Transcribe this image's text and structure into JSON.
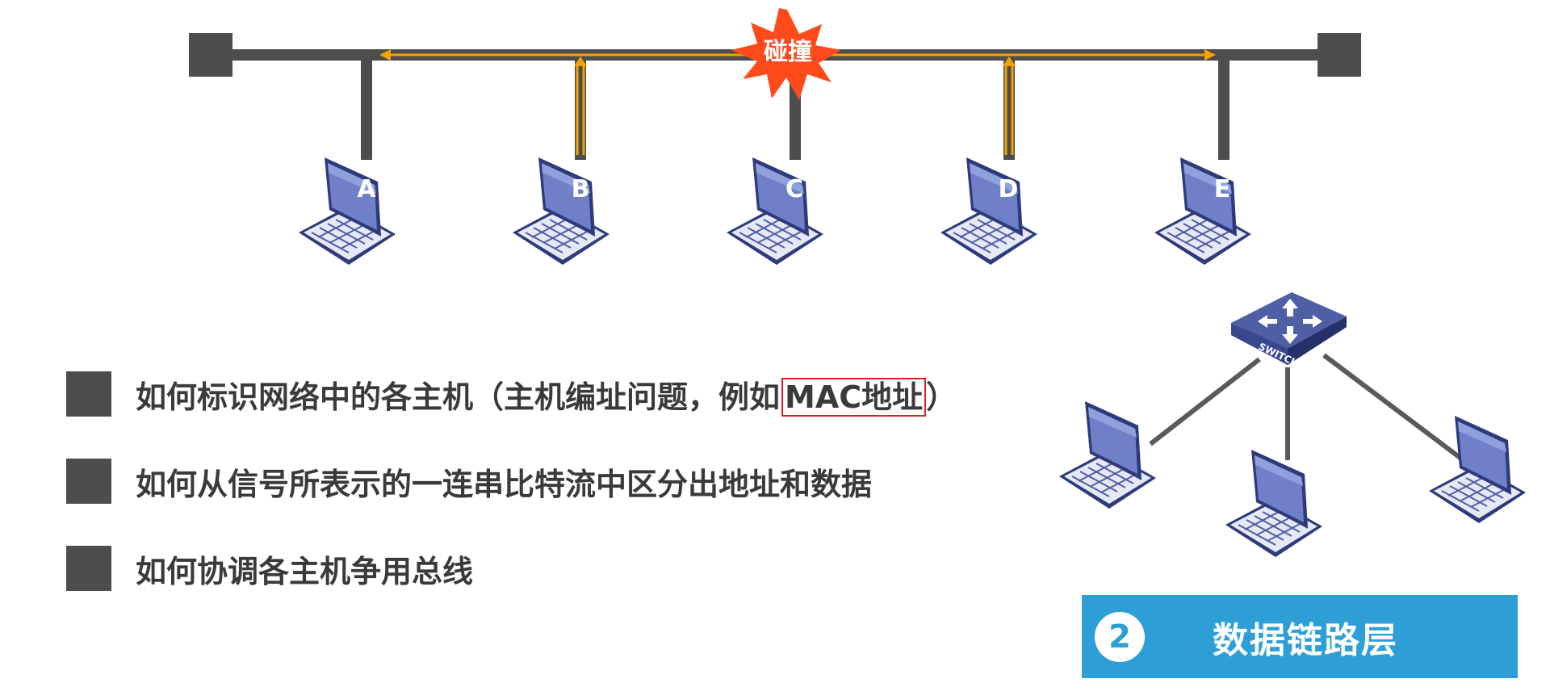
{
  "bus_diagram": {
    "collision_label": "碰撞",
    "hosts": [
      "A",
      "B",
      "C",
      "D",
      "E"
    ]
  },
  "bullets": [
    {
      "text": "如何标识网络中的各主机（主机编址问题，例如",
      "highlight": "MAC地址",
      "suffix": "）"
    },
    {
      "text": "如何从信号所表示的一连串比特流中区分出地址和数据"
    },
    {
      "text": "如何协调各主机争用总线"
    }
  ],
  "switch_diagram": {
    "switch_label": "SWITCH"
  },
  "badge": {
    "number": "2",
    "title": "数据链路层"
  },
  "colors": {
    "bus": "#4d4d4d",
    "signal": "#f5a300",
    "collision": "#ff4a1c",
    "laptop": "#4f5fa3",
    "badge": "#2e9fd6",
    "highlight_border": "#e11d1d"
  }
}
